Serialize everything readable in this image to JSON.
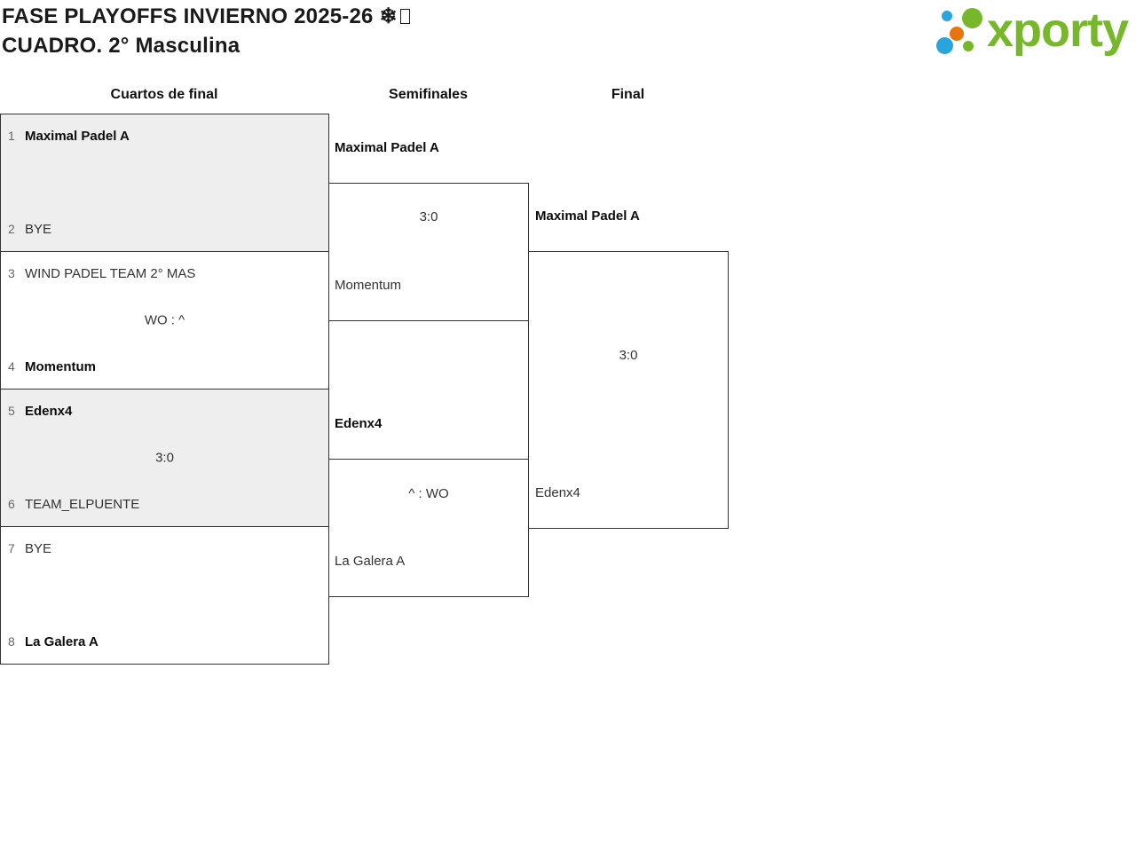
{
  "header": {
    "title_line1": "FASE PLAYOFFS INVIERNO 2025-26 ❄",
    "title_line2": "CUADRO. 2° Masculina"
  },
  "logo": {
    "brand": "xporty",
    "colors": {
      "green": "#76b82a",
      "blue": "#29a5dd",
      "orange": "#e8740c"
    }
  },
  "rounds": [
    {
      "label": "Cuartos de final"
    },
    {
      "label": "Semifinales"
    },
    {
      "label": "Final"
    }
  ],
  "bracket": {
    "quarterfinals": [
      {
        "seed1": "1",
        "team1": "Maximal Padel A",
        "score": "",
        "seed2": "2",
        "team2": "BYE",
        "winner": "team1"
      },
      {
        "seed1": "3",
        "team1": "WIND PADEL TEAM 2° MAS",
        "score": "WO : ^",
        "seed2": "4",
        "team2": "Momentum",
        "winner": "team2"
      },
      {
        "seed1": "5",
        "team1": "Edenx4",
        "score": "3:0",
        "seed2": "6",
        "team2": "TEAM_ELPUENTE",
        "winner": "team1"
      },
      {
        "seed1": "7",
        "team1": "BYE",
        "score": "",
        "seed2": "8",
        "team2": "La Galera A",
        "winner": "team2"
      }
    ],
    "semifinals": [
      {
        "team1": "Maximal Padel A",
        "score": "3:0",
        "team2": "Momentum",
        "winner": "team1"
      },
      {
        "team1": "Edenx4",
        "score": "^ : WO",
        "team2": "La Galera A",
        "winner": "team1"
      }
    ],
    "final": {
      "team1": "Maximal Padel A",
      "score": "3:0",
      "team2": "Edenx4",
      "winner": "team1"
    }
  }
}
